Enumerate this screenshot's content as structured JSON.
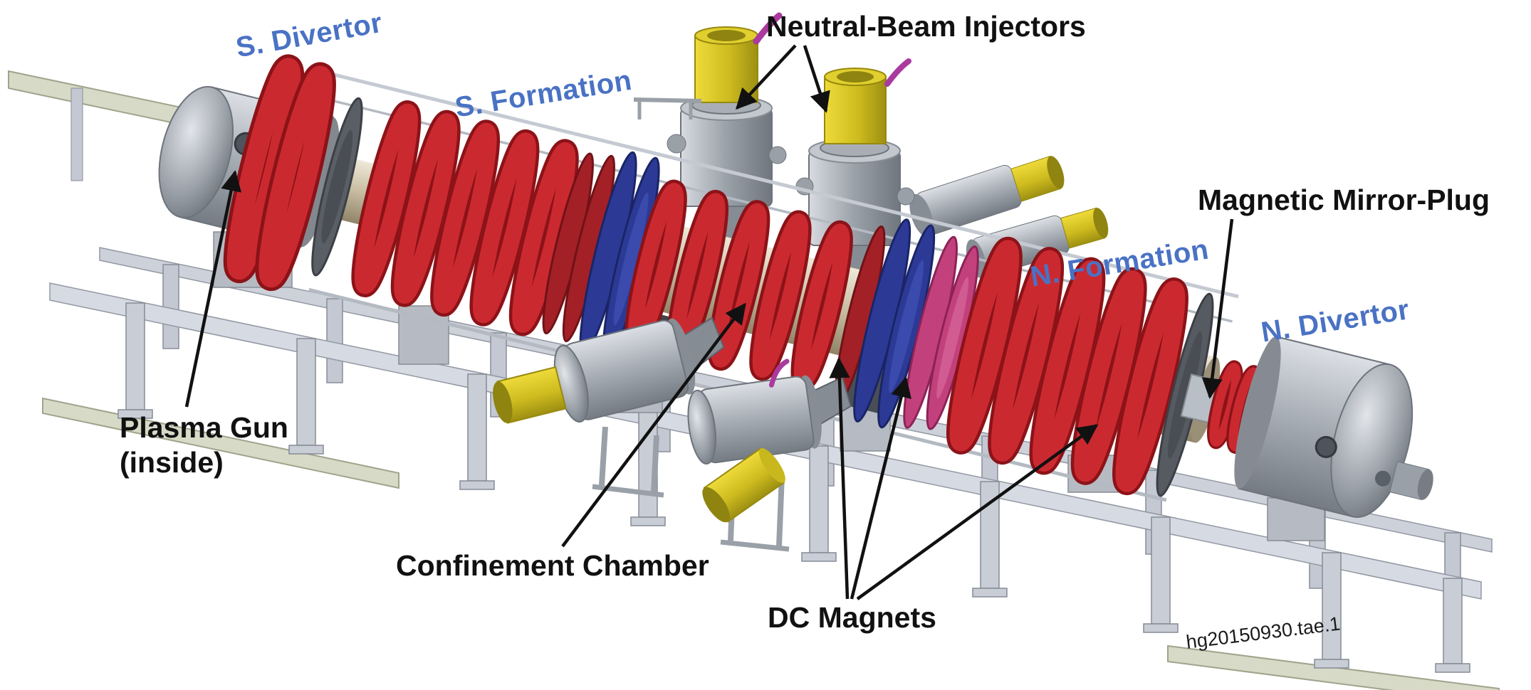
{
  "diagram": {
    "section_labels": {
      "s_divertor": "S. Divertor",
      "s_formation": "S. Formation",
      "n_formation": "N. Formation",
      "n_divertor": "N. Divertor"
    },
    "callouts": {
      "neutral_beam_injectors": "Neutral-Beam Injectors",
      "magnetic_mirror_plug": "Magnetic Mirror-Plug",
      "plasma_gun_line1": "Plasma Gun",
      "plasma_gun_line2": "(inside)",
      "confinement_chamber": "Confinement Chamber",
      "dc_magnets": "DC Magnets"
    },
    "watermark": "hg20150930.tae.1",
    "colors": {
      "section_label_blue": "#4a72c4",
      "callout_black": "#111111",
      "coil_red": "#c8272d",
      "magnet_navy": "#2c3a96",
      "magnet_magenta": "#c2417d",
      "pump_yellow": "#d9c724",
      "vessel_grey": "#a7adb5",
      "chamber_tan": "#c9bda3"
    }
  }
}
